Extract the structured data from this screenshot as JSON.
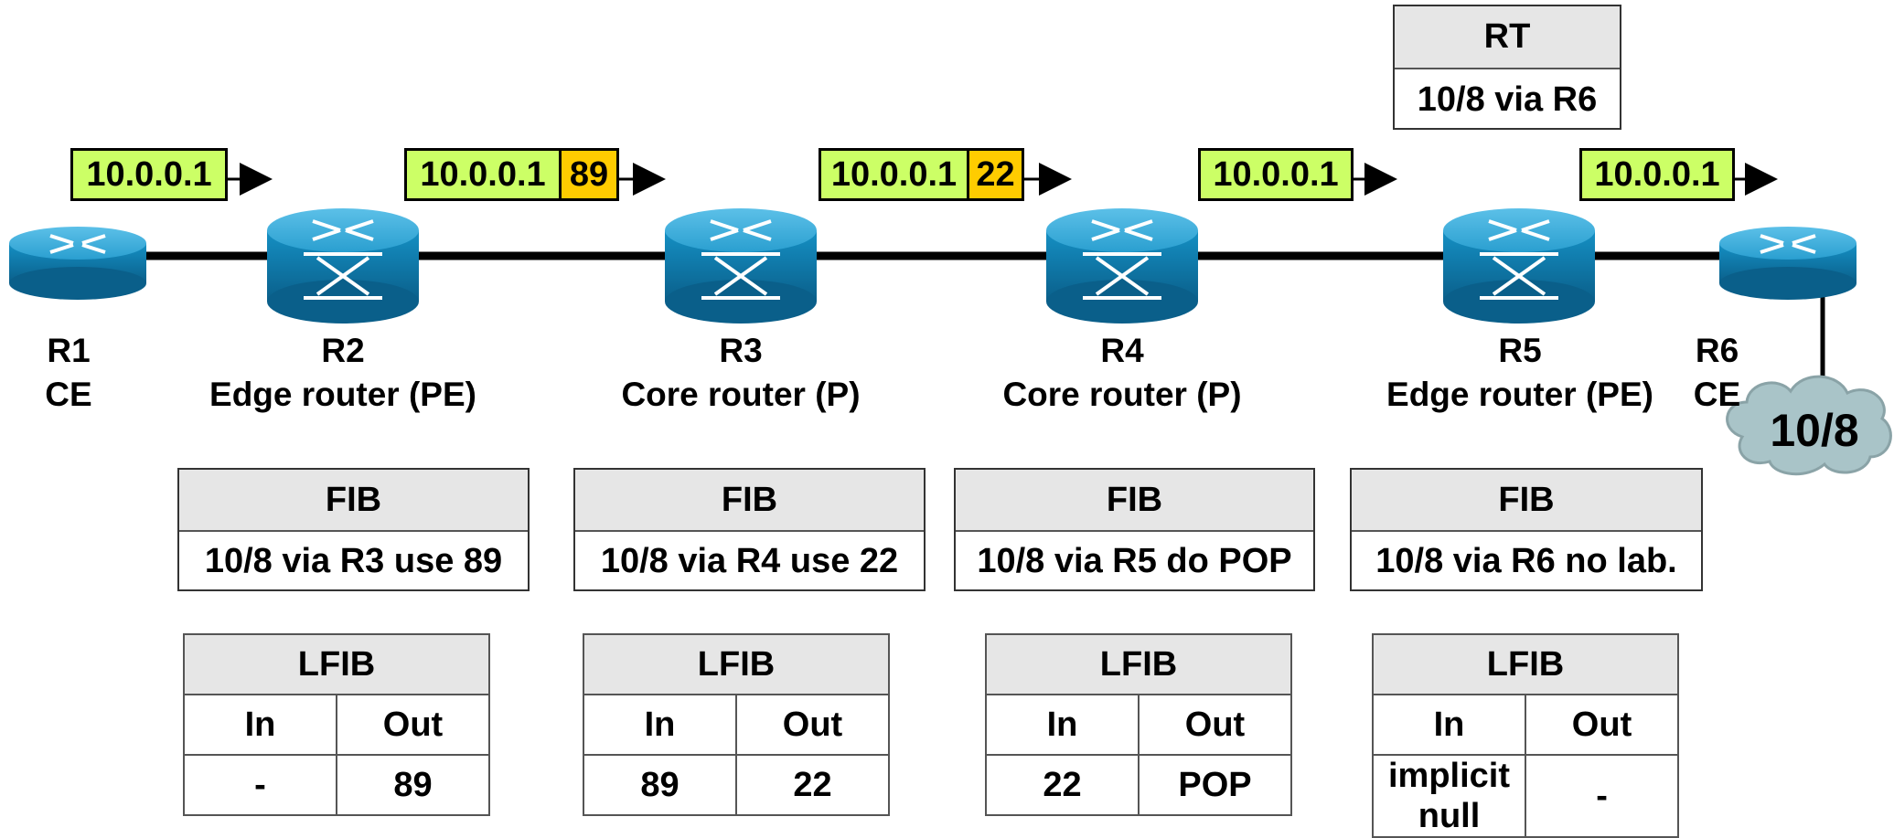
{
  "routers": [
    {
      "id": "R1",
      "role": "CE"
    },
    {
      "id": "R2",
      "role": "Edge router (PE)"
    },
    {
      "id": "R3",
      "role": "Core router (P)"
    },
    {
      "id": "R4",
      "role": "Core router (P)"
    },
    {
      "id": "R5",
      "role": "Edge router (PE)"
    },
    {
      "id": "R6",
      "role": "CE"
    }
  ],
  "cloud": {
    "label": "10/8"
  },
  "packets": [
    {
      "ip": "10.0.0.1",
      "label": ""
    },
    {
      "ip": "10.0.0.1",
      "label": "89"
    },
    {
      "ip": "10.0.0.1",
      "label": "22"
    },
    {
      "ip": "10.0.0.1",
      "label": ""
    },
    {
      "ip": "10.0.0.1",
      "label": ""
    }
  ],
  "rt": {
    "title": "RT",
    "entry": "10/8 via R6"
  },
  "fib": [
    {
      "title": "FIB",
      "entry": "10/8 via R3 use 89"
    },
    {
      "title": "FIB",
      "entry": "10/8 via R4 use 22"
    },
    {
      "title": "FIB",
      "entry": "10/8 via R5 do POP"
    },
    {
      "title": "FIB",
      "entry": "10/8 via R6 no lab."
    }
  ],
  "lfib": [
    {
      "title": "LFIB",
      "col_in": "In",
      "col_out": "Out",
      "in": "-",
      "out": "89"
    },
    {
      "title": "LFIB",
      "col_in": "In",
      "col_out": "Out",
      "in": "89",
      "out": "22"
    },
    {
      "title": "LFIB",
      "col_in": "In",
      "col_out": "Out",
      "in": "22",
      "out": "POP"
    },
    {
      "title": "LFIB",
      "col_in": "In",
      "col_out": "Out",
      "in": "implicit null",
      "out": "-"
    }
  ],
  "colors": {
    "ip_fill": "#ccff66",
    "label_fill": "#ffcc00",
    "router_fill": "#1a8fbf",
    "cloud_fill": "#a9c4c8"
  },
  "icons": [
    "router-icon",
    "label-switch-router-icon",
    "network-cloud-icon",
    "arrow-right-icon"
  ]
}
